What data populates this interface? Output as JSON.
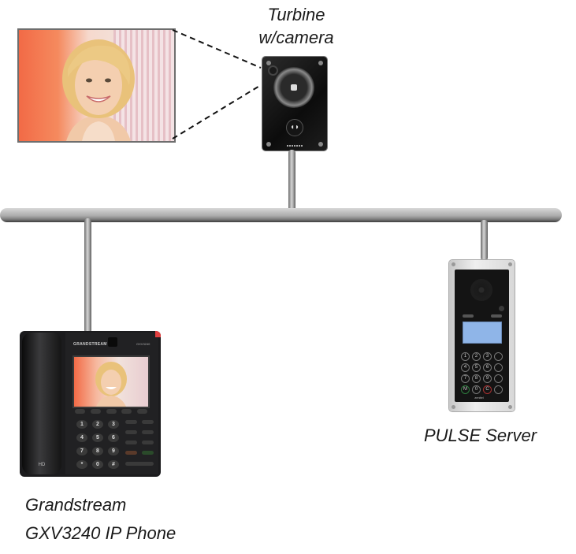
{
  "diagram": {
    "title": "Video intercom network topology",
    "nodes": [
      {
        "id": "turbine",
        "label_lines": [
          "Turbine",
          "w/camera"
        ]
      },
      {
        "id": "grandstream",
        "label_lines": [
          "Grandstream",
          "GXV3240 IP Phone"
        ],
        "brand_text": "GRANDSTREAM",
        "model_text": "GXV3240",
        "hd_text": "HD"
      },
      {
        "id": "pulse",
        "label_lines": [
          "PULSE Server"
        ],
        "brand_text": "zenitel"
      }
    ],
    "edges": [
      {
        "from": "turbine",
        "to": "network-bus"
      },
      {
        "from": "grandstream",
        "to": "network-bus"
      },
      {
        "from": "pulse",
        "to": "network-bus"
      },
      {
        "from": "turbine",
        "to": "camera-view",
        "style": "dashed"
      }
    ],
    "camera_view": {
      "description": "Camera snapshot of visitor"
    },
    "phone_keys": [
      "1",
      "2",
      "3",
      "4",
      "5",
      "6",
      "7",
      "8",
      "9",
      "*",
      "0",
      "#"
    ],
    "pulse_keys": [
      "1",
      "2",
      "3",
      "4",
      "5",
      "6",
      "7",
      "8",
      "9",
      "M",
      "0",
      "C"
    ]
  },
  "colors": {
    "bus": "#a8a8a8",
    "device_dark": "#1b1b1d",
    "lcd": "#8fb5e8",
    "pulse_panel": "#e2e2e2",
    "photo_accent": "#f26a46"
  }
}
